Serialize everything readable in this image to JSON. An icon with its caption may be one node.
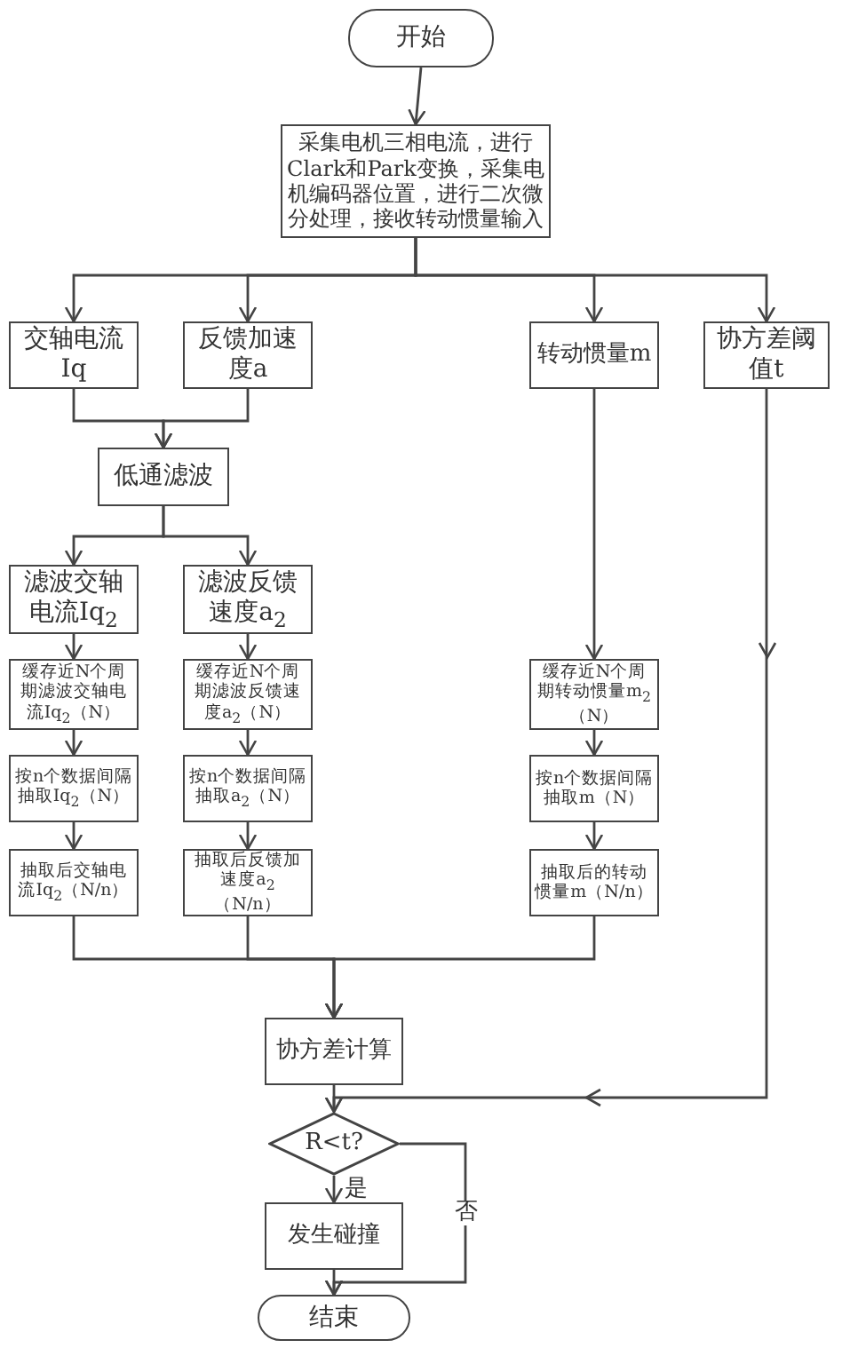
{
  "diagram": {
    "nodes": [
      {
        "text": [
          "开始"
        ]
      },
      {
        "text": [
          "采集电机三相电流，进行Clark和Park变换，采集电机编码器位置，进行二次微分处理，接收转动惯量输入"
        ]
      },
      {
        "text": [
          "交轴电流Iq"
        ]
      },
      {
        "text": [
          "反馈加速度a"
        ]
      },
      {
        "text": [
          "转动惯量m"
        ]
      },
      {
        "text": [
          "协方差阈值t"
        ]
      },
      {
        "text": [
          "低通滤波"
        ]
      },
      {
        "text": [
          "滤波交轴电流Iq$_{2}$"
        ]
      },
      {
        "text": [
          "滤波反馈速度a$_{2}$"
        ]
      },
      {
        "text": [
          "缓存近N个周期滤波交轴电流Iq$_{2}$（N）"
        ]
      },
      {
        "text": [
          "缓存近N个周期滤波反馈速度a$_{2}$（N）"
        ]
      },
      {
        "text": [
          "缓存近N个周期转动惯量m$_{2}$（N）"
        ]
      },
      {
        "text": [
          "按n个数据间隔抽取Iq$_{2}$（N）"
        ]
      },
      {
        "text": [
          "按n个数据间隔抽取a$_{2}$（N）"
        ]
      },
      {
        "text": [
          "按n个数据间隔抽取m（N）"
        ]
      },
      {
        "text": [
          "抽取后交轴电流Iq$_{2}$（N/n）"
        ]
      },
      {
        "text": [
          "抽取后反馈加速度a$_{2}$（N/n）"
        ]
      },
      {
        "text": [
          "抽取后的转动惯量m（N/n）"
        ]
      },
      {
        "text": [
          "协方差计算"
        ]
      },
      {
        "text": [
          "R<t?"
        ]
      },
      {
        "text": [
          "发生碰撞"
        ]
      },
      {
        "text": [
          "结束"
        ]
      }
    ],
    "edges": [
      {
        "from": 0,
        "to": 1,
        "arrow": "to"
      },
      {
        "from": 1,
        "to": 2,
        "arrow": "to"
      },
      {
        "from": 1,
        "to": 3,
        "arrow": "to"
      },
      {
        "from": 1,
        "to": 4,
        "arrow": "to"
      },
      {
        "from": 1,
        "to": 5,
        "arrow": "to"
      },
      {
        "from": 2,
        "to": 6,
        "arrow": "to"
      },
      {
        "from": 3,
        "to": 6,
        "arrow": "to"
      },
      {
        "from": 6,
        "to": 7,
        "arrow": "to"
      },
      {
        "from": 6,
        "to": 8,
        "arrow": "to"
      },
      {
        "from": 7,
        "to": 9,
        "arrow": "to"
      },
      {
        "from": 8,
        "to": 10,
        "arrow": "to"
      },
      {
        "from": 4,
        "to": 11,
        "arrow": "to"
      },
      {
        "from": 9,
        "to": 12,
        "arrow": "to"
      },
      {
        "from": 10,
        "to": 13,
        "arrow": "to"
      },
      {
        "from": 11,
        "to": 14,
        "arrow": "to"
      },
      {
        "from": 12,
        "to": 15,
        "arrow": "to"
      },
      {
        "from": 13,
        "to": 16,
        "arrow": "to"
      },
      {
        "from": 14,
        "to": 17,
        "arrow": "to"
      },
      {
        "from": 15,
        "to": 18,
        "arrow": "to"
      },
      {
        "from": 16,
        "to": 18,
        "arrow": "to"
      },
      {
        "from": 17,
        "to": 18,
        "arrow": "to"
      },
      {
        "from": 18,
        "to": 19,
        "arrow": "to"
      },
      {
        "from": 5,
        "to": 19,
        "arrow": "to"
      },
      {
        "from": 19,
        "to": 20,
        "label": "是",
        "arrow": "to"
      },
      {
        "from": 20,
        "to": 21,
        "arrow": "to"
      },
      {
        "from": 19,
        "to": 21,
        "label": "否",
        "arrow": "to"
      }
    ]
  }
}
